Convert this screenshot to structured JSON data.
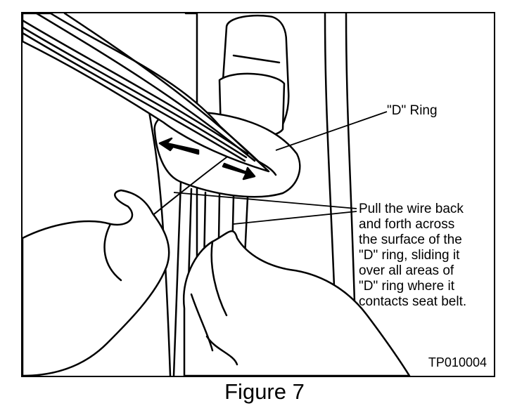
{
  "figure": {
    "caption": "Figure 7",
    "part_code": "TP010004",
    "callouts": {
      "d_ring": "\"D\" Ring",
      "instruction": "Pull the wire back\nand forth across\nthe surface of the\n\"D\" ring, sliding it\nover all areas of\n\"D\" ring where it\ncontacts seat belt."
    }
  },
  "colors": {
    "line": "#000000",
    "background": "#ffffff"
  }
}
